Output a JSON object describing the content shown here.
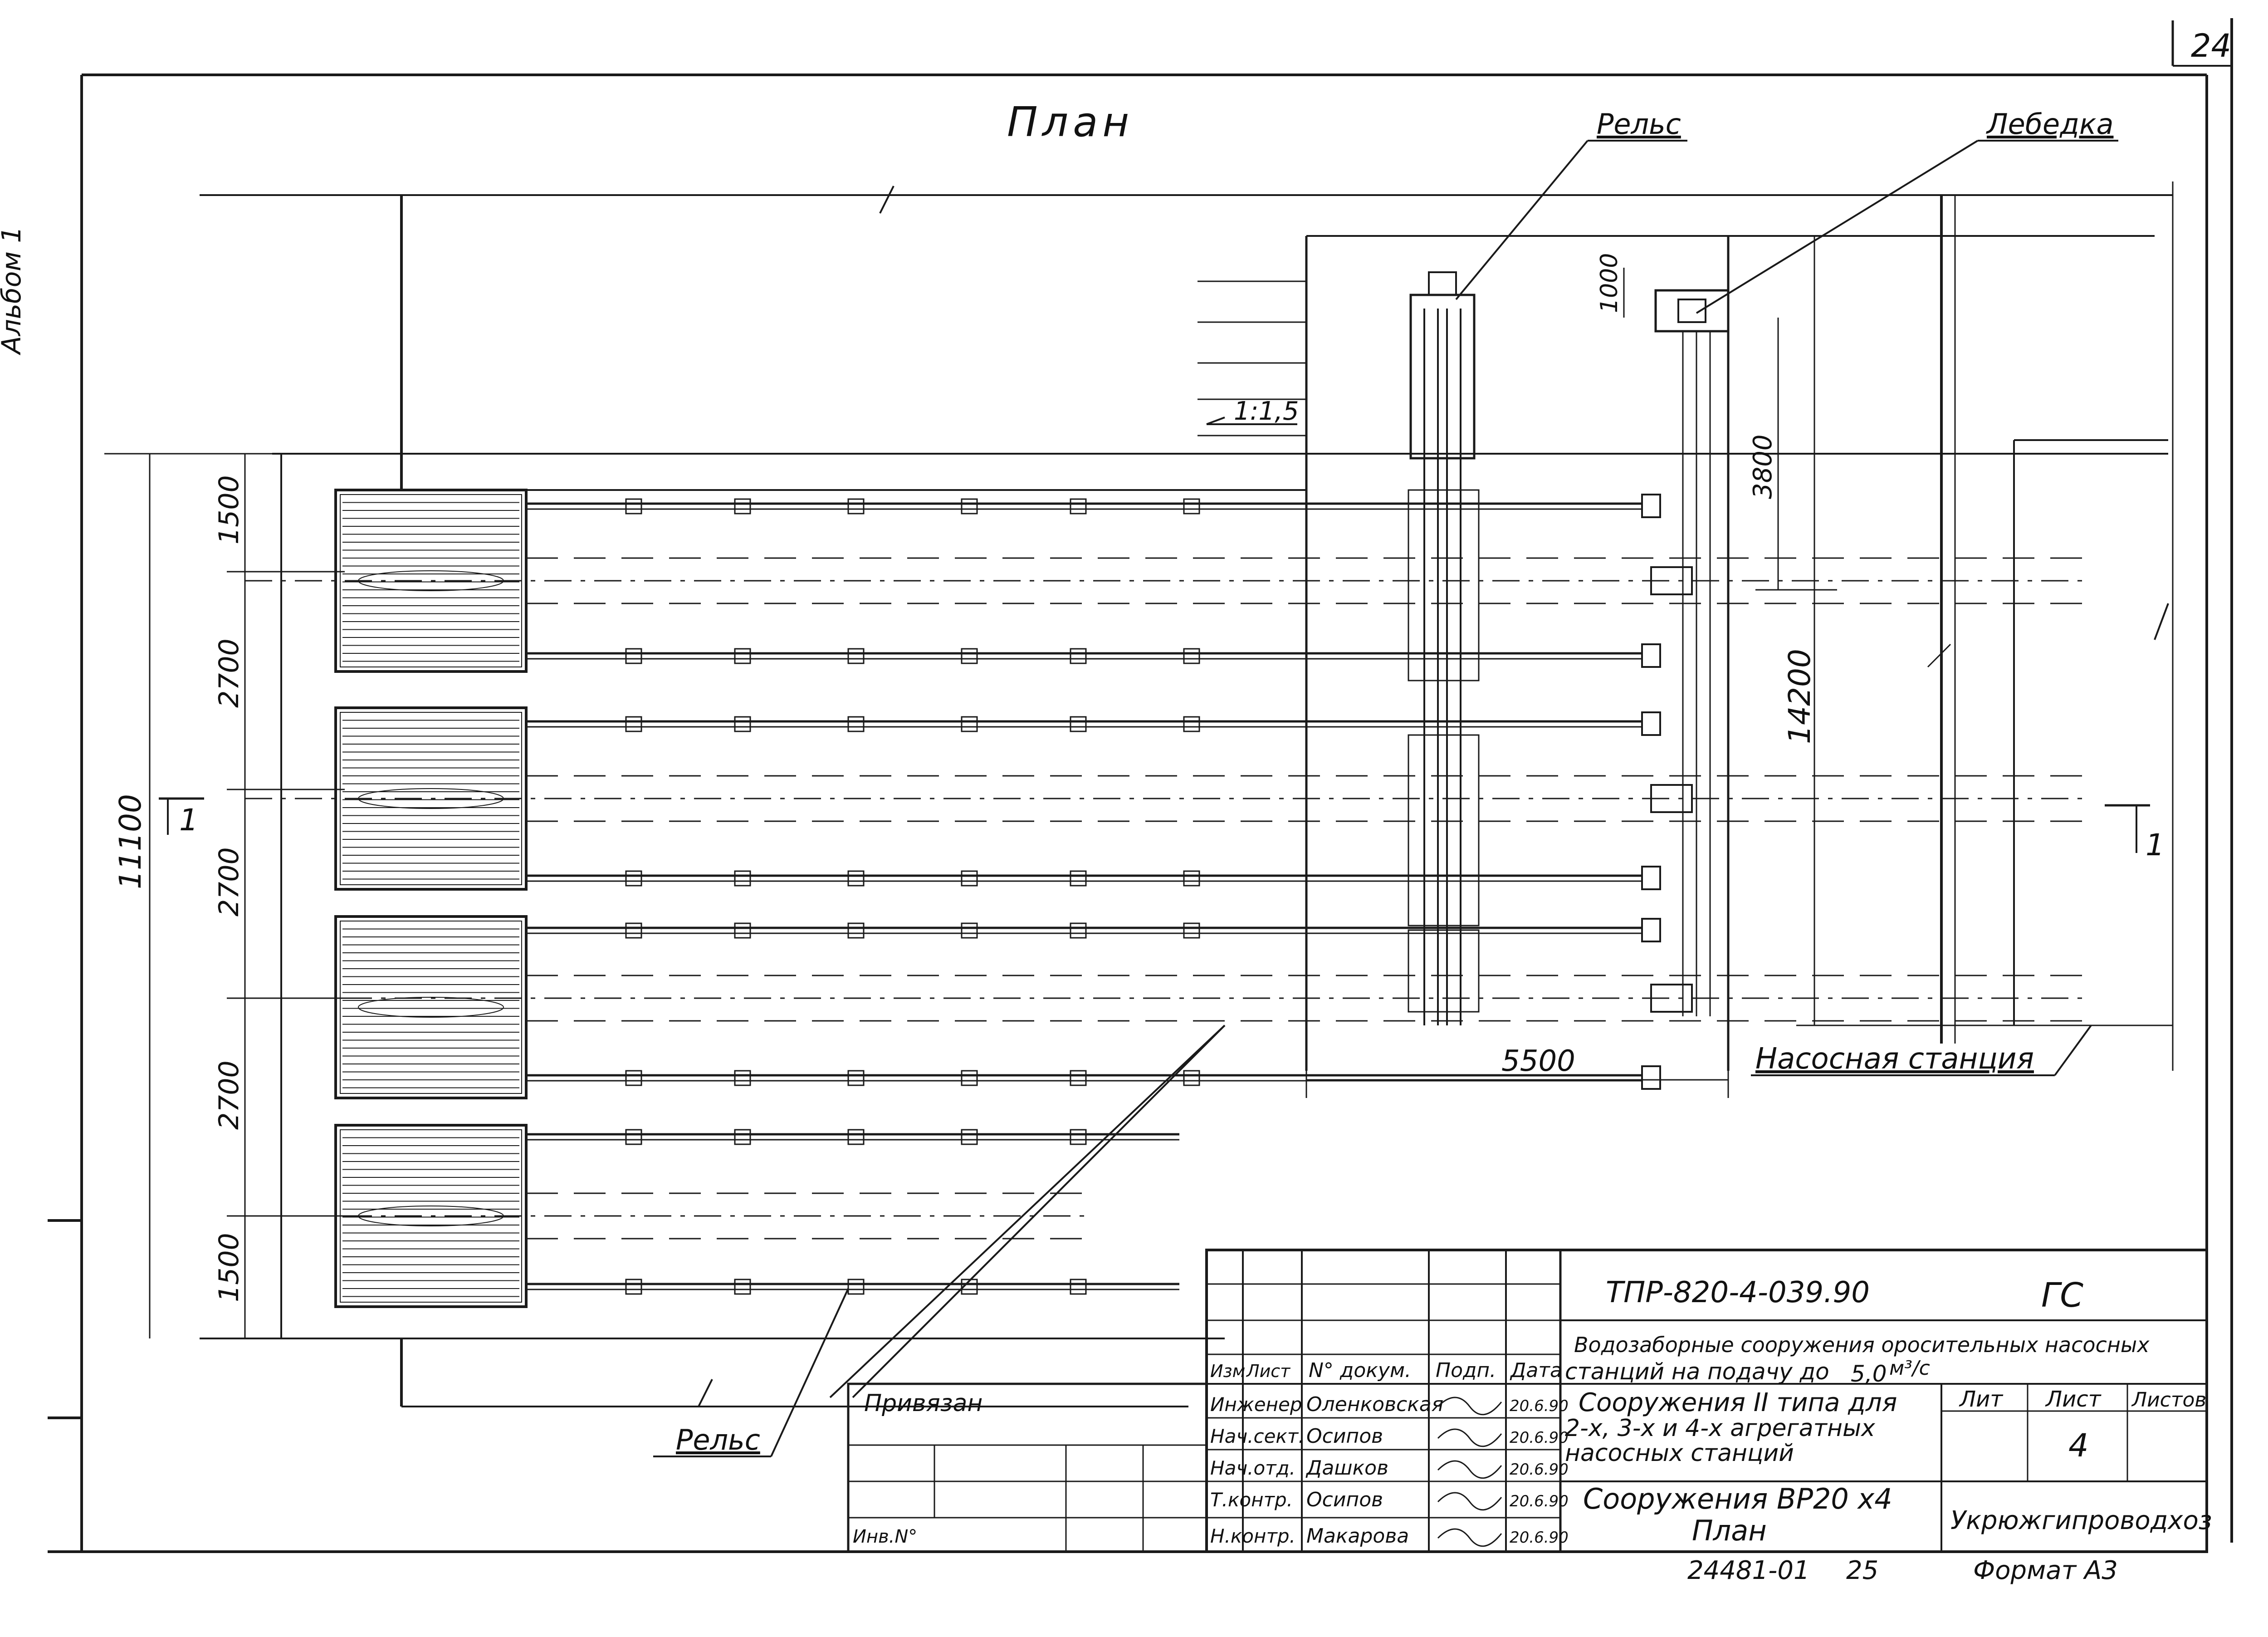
{
  "page_number": "24",
  "album_label": "Альбом 1",
  "plan_title": "План",
  "labels": {
    "rail_top": "Рельс",
    "winch": "Лебедка",
    "rail_bottom": "Рельс",
    "pump_station": "Насосная станция",
    "slope": "1:1,5",
    "section_marker_left": "1",
    "section_marker_right": "1"
  },
  "dimensions": {
    "overall_height": "11100",
    "d1": "1500",
    "d2": "2700",
    "d3": "2700",
    "d4": "2700",
    "d5": "1500",
    "station_width": "5500",
    "station_height": "14200",
    "winch_travel": "3800",
    "winch_offset": "1000"
  },
  "title_block": {
    "doc_code": "ТПР-820-4-039.90",
    "stage": "ГС",
    "project_title_1": "Водозаборные сооружения оросительных насосных",
    "project_title_2": "станций на подачу до",
    "project_capacity": "5,0",
    "project_units": "м³/с",
    "sheet_title_1": "Сооружения II типа для",
    "sheet_title_2": "2-х, 3-х и 4-х агрегатных",
    "sheet_title_3": "насосных станций",
    "drawing_title_1": "Сооружения ВР20 х4",
    "drawing_title_2": "План",
    "col_headers": {
      "izm": "Изм",
      "list": "Лист",
      "doc": "N° докум.",
      "sign": "Подп.",
      "date": "Дата"
    },
    "lit_header": "Лит",
    "sheet_header": "Лист",
    "sheets_header": "Листов",
    "sheet_value": "4",
    "organization": "Укрюжгипроводхоз",
    "signatures": [
      {
        "role": "Инженер",
        "name": "Оленковская",
        "date": "20.6.90"
      },
      {
        "role": "Нач.сект.",
        "name": "Осипов",
        "date": "20.6.90"
      },
      {
        "role": "Нач.отд.",
        "name": "Дашков",
        "date": "20.6.90"
      },
      {
        "role": "Т.контр.",
        "name": "Осипов",
        "date": "20.6.90"
      },
      {
        "role": "Н.контр.",
        "name": "Макарова",
        "date": "20.6.90"
      }
    ],
    "bound_label": "Привязан",
    "inv_label": "Инв.N°",
    "archive_number": "24481-01",
    "archive_sheet": "25",
    "format": "Формат А3"
  }
}
